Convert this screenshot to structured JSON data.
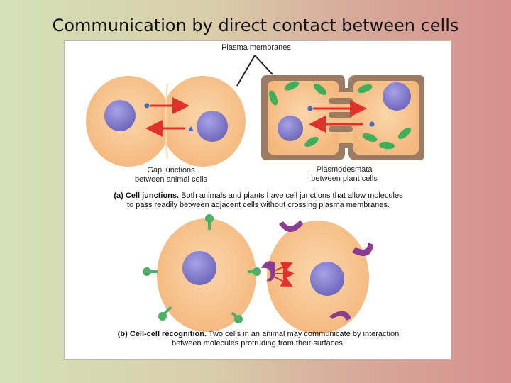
{
  "slide": {
    "title": "Communication by direct contact between cells"
  },
  "panel_a": {
    "top_label": "Plasma membranes",
    "left_label_line1": "Gap junctions",
    "left_label_line2": "between animal cells",
    "right_label_line1": "Plasmodesmata",
    "right_label_line2": "between plant cells",
    "caption_bold": "(a) Cell junctions.",
    "caption_line1": " Both animals and plants have cell junctions that allow molecules",
    "caption_line2": "to pass readily between adjacent cells without crossing plasma membranes."
  },
  "panel_b": {
    "caption_bold": "(b) Cell-cell recognition.",
    "caption_line1": " Two cells in an animal may communicate by interaction",
    "caption_line2": "between molecules protruding from their surfaces."
  },
  "colors": {
    "cytoplasm": "#f7c38f",
    "nucleus": "#8b85cf",
    "arrow": "#e0322c",
    "cell_wall": "#9c7b64",
    "chloroplast": "#3fae5a",
    "receptor": "#8a3c8f",
    "ligand": "#4caf6a"
  },
  "icons": [
    "gap-junction-arrow",
    "chloroplast",
    "receptor",
    "signal-molecule"
  ]
}
